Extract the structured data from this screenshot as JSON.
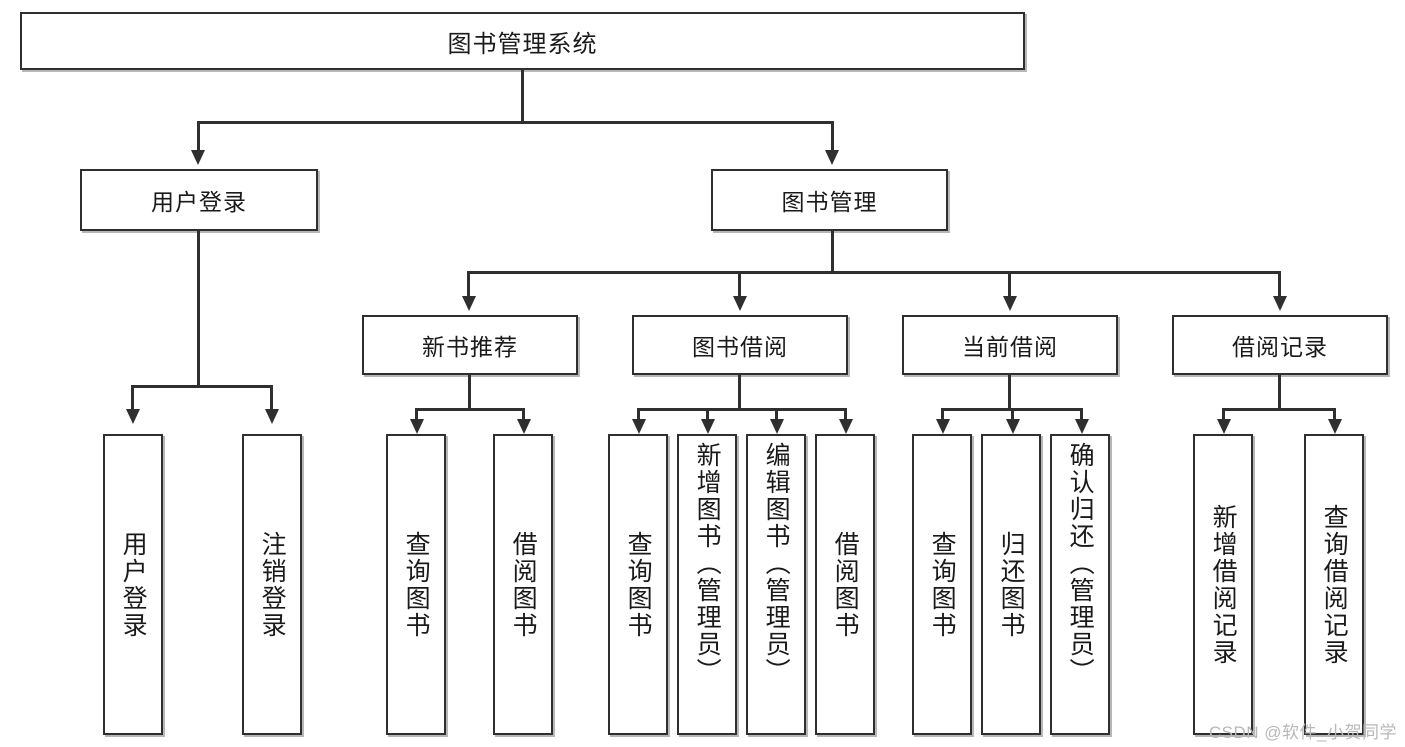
{
  "diagram": {
    "type": "tree-hierarchy",
    "title": "图书管理系统",
    "root": {
      "label": "图书管理系统"
    },
    "level2": [
      {
        "id": "user-login",
        "label": "用户登录"
      },
      {
        "id": "book-management",
        "label": "图书管理"
      }
    ],
    "level3": [
      {
        "id": "new-book-recommend",
        "label": "新书推荐"
      },
      {
        "id": "book-borrow",
        "label": "图书借阅"
      },
      {
        "id": "current-borrow",
        "label": "当前借阅"
      },
      {
        "id": "borrow-record",
        "label": "借阅记录"
      }
    ],
    "leaves": {
      "user_login": [
        {
          "id": "leaf-user-login",
          "label": "用户登录"
        },
        {
          "id": "leaf-user-logout",
          "label": "注销登录"
        }
      ],
      "new_book_recommend": [
        {
          "id": "leaf-query-book-1",
          "label": "查询图书"
        },
        {
          "id": "leaf-borrow-book-1",
          "label": "借阅图书"
        }
      ],
      "book_borrow": [
        {
          "id": "leaf-query-book-2",
          "label": "查询图书"
        },
        {
          "id": "leaf-add-book",
          "label": "新增图书（管理员）"
        },
        {
          "id": "leaf-edit-book",
          "label": "编辑图书（管理员）"
        },
        {
          "id": "leaf-borrow-book-2",
          "label": "借阅图书"
        }
      ],
      "current_borrow": [
        {
          "id": "leaf-query-book-3",
          "label": "查询图书"
        },
        {
          "id": "leaf-return-book",
          "label": "归还图书"
        },
        {
          "id": "leaf-confirm-return",
          "label": "确认归还（管理员）"
        }
      ],
      "borrow_record": [
        {
          "id": "leaf-add-record",
          "label": "新增借阅记录"
        },
        {
          "id": "leaf-query-record",
          "label": "查询借阅记录"
        }
      ]
    }
  },
  "watermark": {
    "text": "CSDN @软件_小贺同学"
  },
  "colors": {
    "stroke": "#2f2f2f",
    "fill": "#ffffff",
    "text": "#1a1a1a",
    "watermark": "#b8b8b8"
  }
}
